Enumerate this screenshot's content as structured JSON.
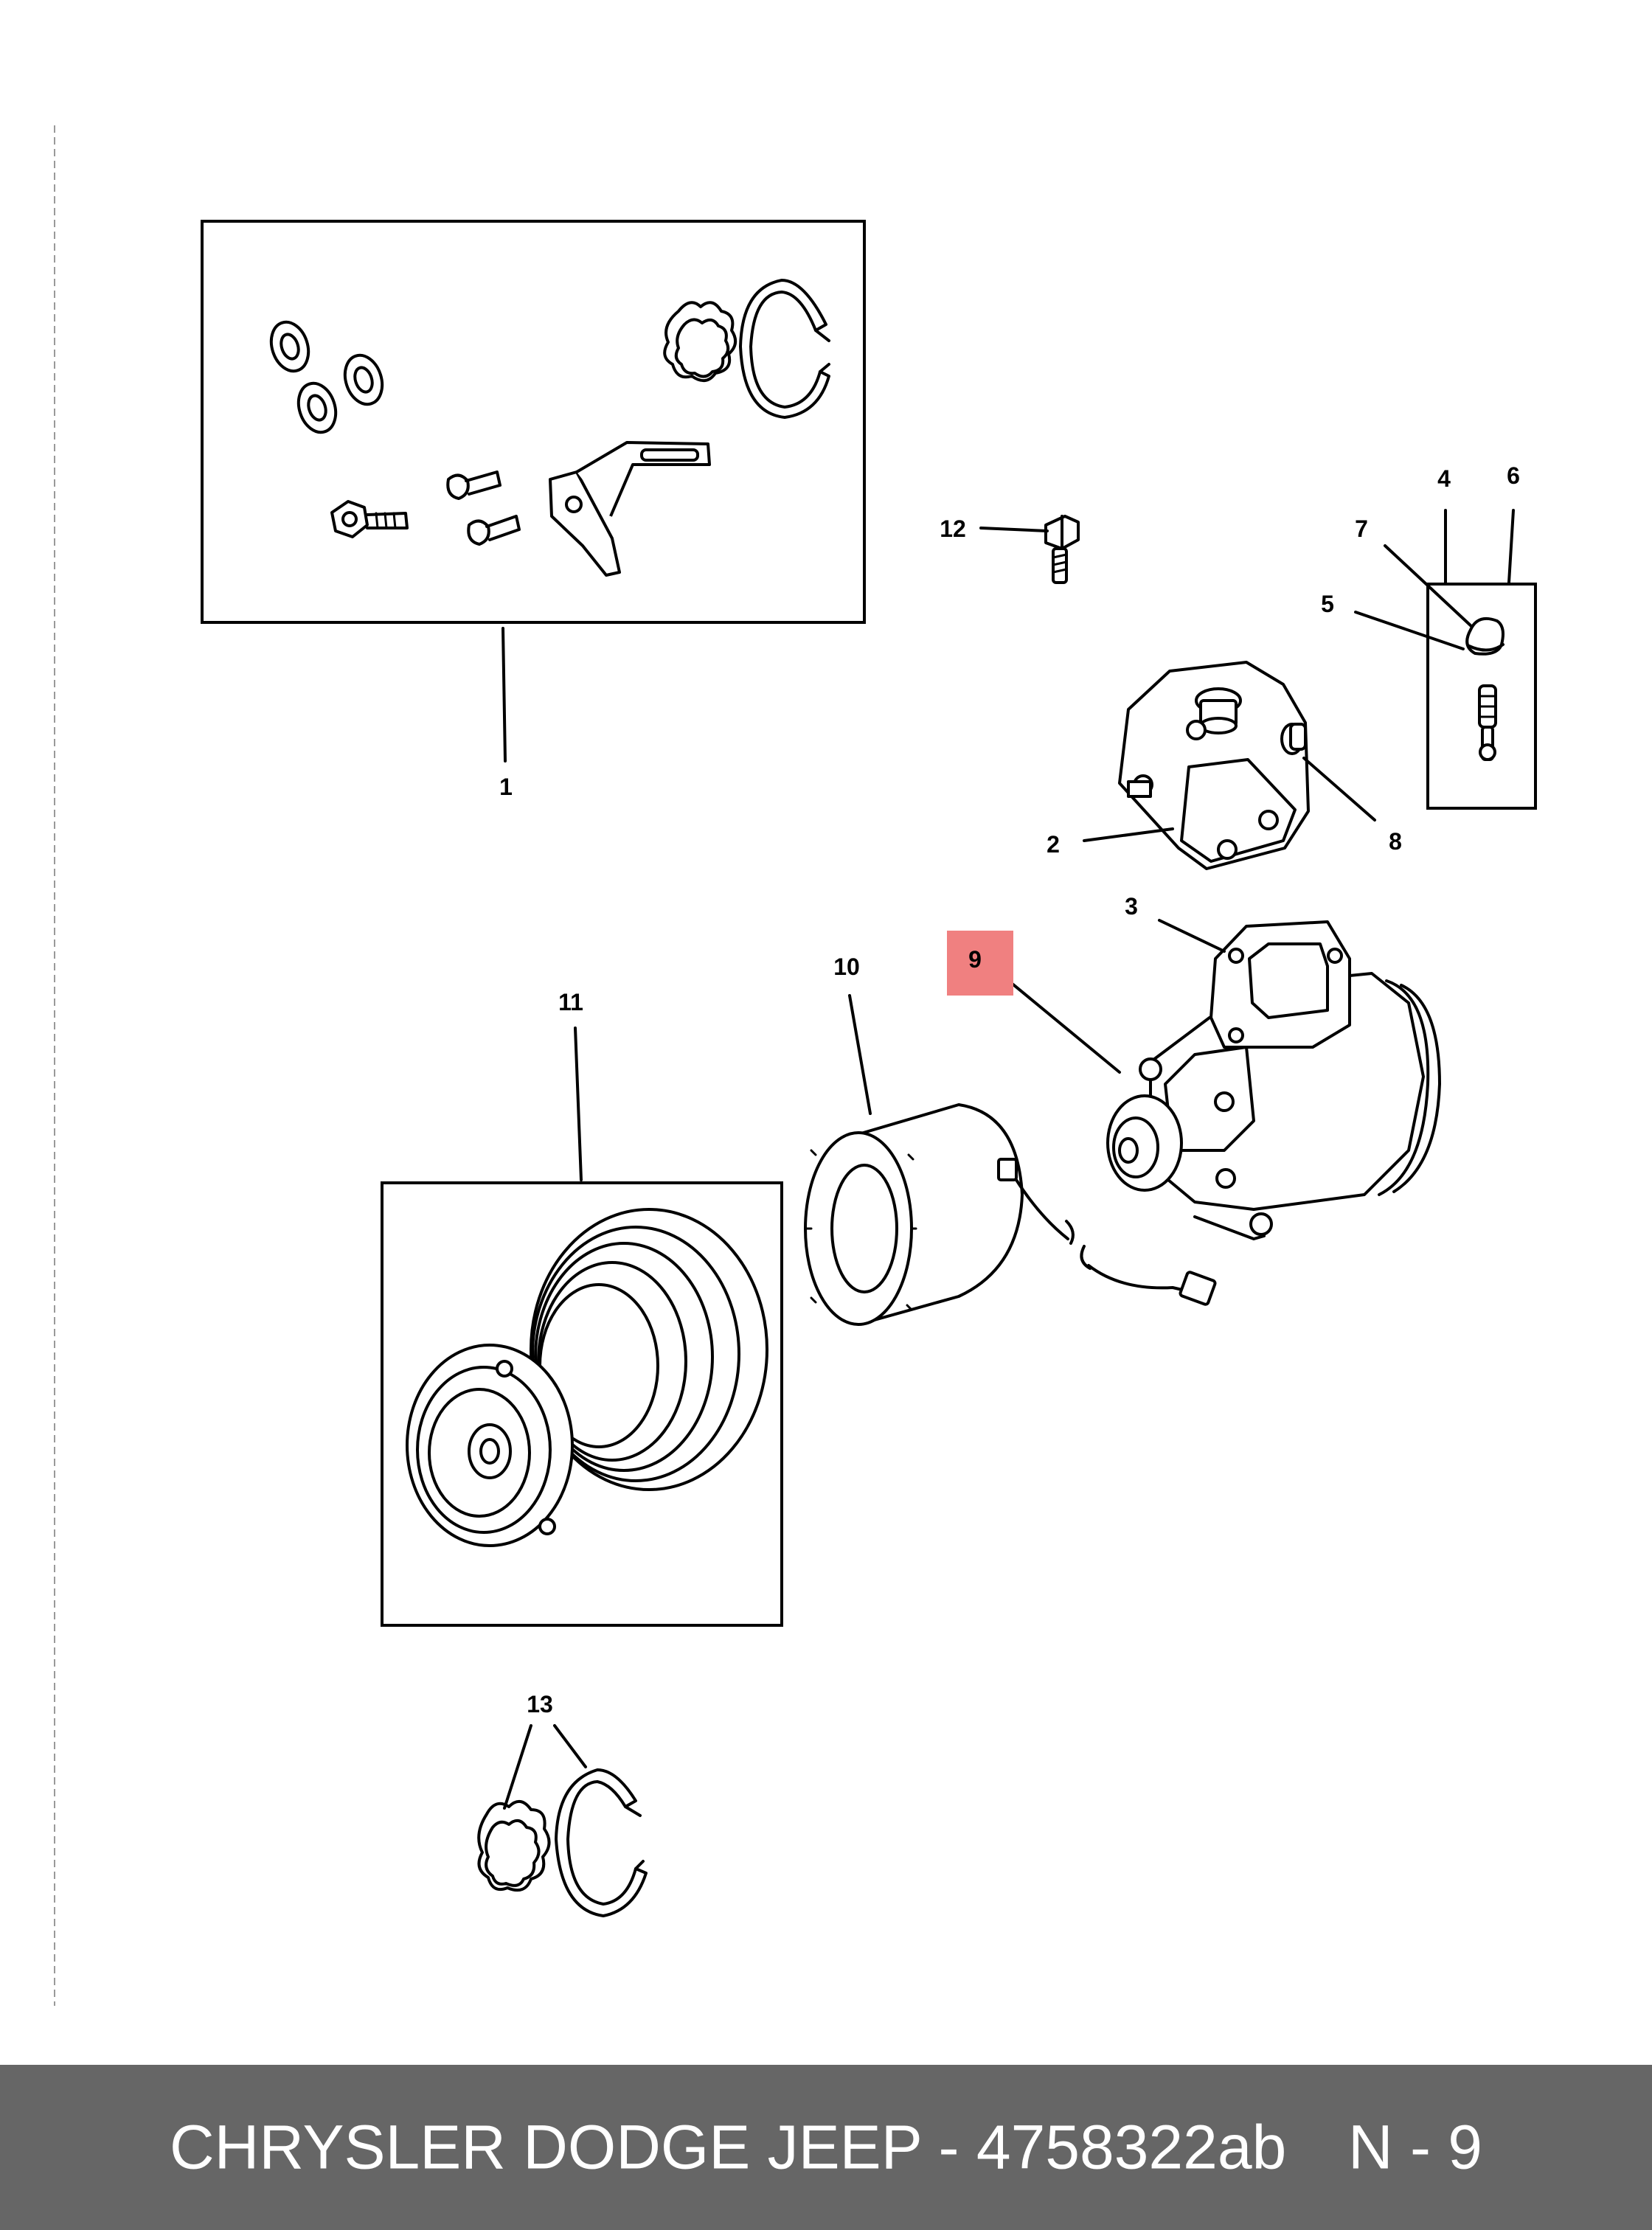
{
  "callouts": {
    "c1": "1",
    "c2": "2",
    "c3": "3",
    "c4": "4",
    "c5": "5",
    "c6": "6",
    "c7": "7",
    "c8": "8",
    "c9": "9",
    "c10": "10",
    "c11": "11",
    "c12": "12",
    "c13": "13"
  },
  "highlight": {
    "callout": "9",
    "color": "#f08080"
  },
  "footer": {
    "title": "CHRYSLER DODGE JEEP - 4758322ab",
    "page": "N - 9",
    "background": "#666666"
  },
  "parts": [
    {
      "callout": "1",
      "icon": "seal-kit-icon"
    },
    {
      "callout": "2",
      "icon": "compressor-head-icon"
    },
    {
      "callout": "3",
      "icon": "gasket-icon"
    },
    {
      "callout": "4",
      "icon": "valve-kit-icon"
    },
    {
      "callout": "5",
      "icon": "valve-core-icon"
    },
    {
      "callout": "6",
      "icon": "valve-kit-icon"
    },
    {
      "callout": "7",
      "icon": "valve-cap-icon"
    },
    {
      "callout": "8",
      "icon": "service-port-icon"
    },
    {
      "callout": "9",
      "icon": "ac-compressor-icon"
    },
    {
      "callout": "10",
      "icon": "clutch-coil-icon"
    },
    {
      "callout": "11",
      "icon": "clutch-pulley-icon"
    },
    {
      "callout": "12",
      "icon": "bolt-icon"
    },
    {
      "callout": "13",
      "icon": "snap-ring-icon"
    }
  ]
}
